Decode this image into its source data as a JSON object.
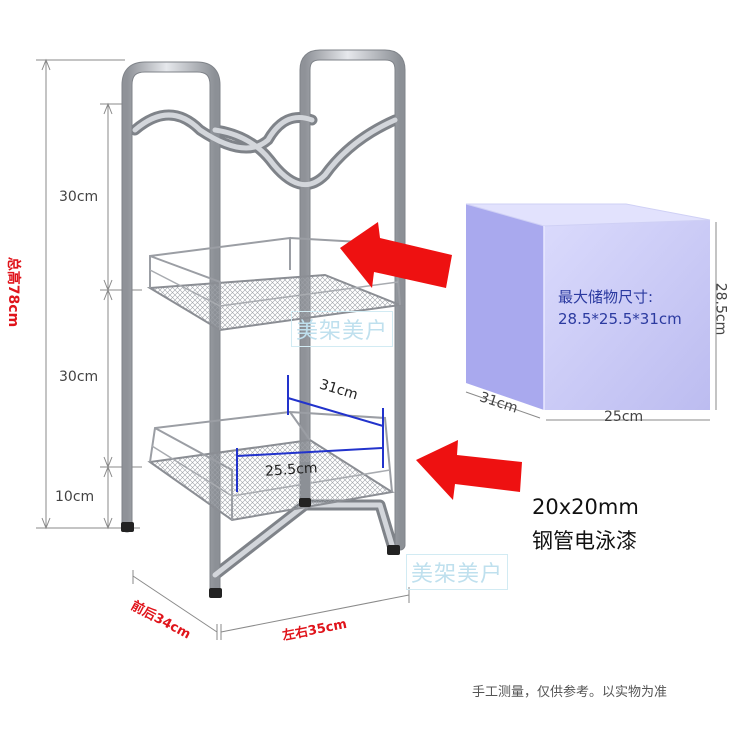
{
  "dimensions": {
    "total_height": "总高78cm",
    "upper_gap": "30cm",
    "middle_gap": "30cm",
    "bottom_gap": "10cm",
    "depth": "前后34cm",
    "width": "左右35cm"
  },
  "shelf": {
    "depth": "31cm",
    "width": "25.5cm"
  },
  "storage_box": {
    "title": "最大储物尺寸:",
    "size": "28.5*25.5*31cm",
    "height": "28.5cm",
    "width": "25cm",
    "depth": "31cm"
  },
  "material": {
    "size": "20x20mm",
    "finish": "钢管电泳漆"
  },
  "watermarks": [
    "美架美户",
    "美架美户"
  ],
  "footnote": "手工测量，仅供参考。以实物为准",
  "colors": {
    "label_red": "#e0141b",
    "box_fill": "#c8c8f6",
    "frame_silver": "#b9bcc2"
  }
}
